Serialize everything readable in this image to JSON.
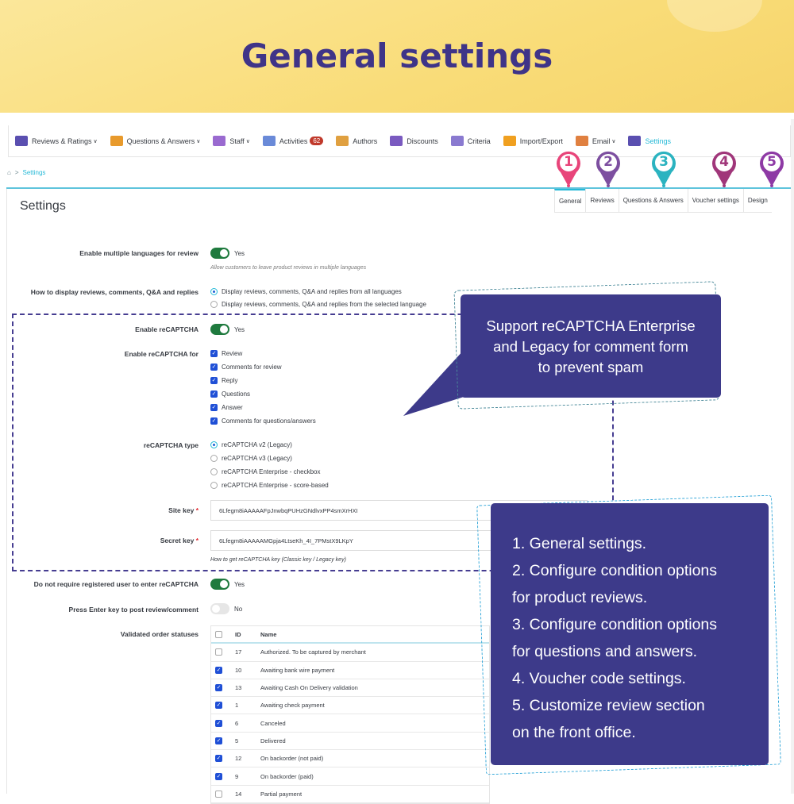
{
  "banner": {
    "title": "General settings"
  },
  "nav": [
    {
      "label": "Reviews & Ratings",
      "dropdown": true,
      "icon": "reviews-icon",
      "color": "#5a4fb0"
    },
    {
      "label": "Questions & Answers",
      "dropdown": true,
      "icon": "qa-icon",
      "color": "#e89a2c"
    },
    {
      "label": "Staff",
      "dropdown": true,
      "icon": "staff-icon",
      "color": "#9a6ad0"
    },
    {
      "label": "Activities",
      "badge": "62",
      "icon": "activities-icon",
      "color": "#6a8ad8"
    },
    {
      "label": "Authors",
      "icon": "authors-icon",
      "color": "#e0a040"
    },
    {
      "label": "Discounts",
      "icon": "discounts-icon",
      "color": "#7a5ac0"
    },
    {
      "label": "Criteria",
      "icon": "criteria-icon",
      "color": "#8a7ad0"
    },
    {
      "label": "Import/Export",
      "icon": "import-export-icon",
      "color": "#f0a020"
    },
    {
      "label": "Email",
      "dropdown": true,
      "icon": "email-icon",
      "color": "#e08040"
    },
    {
      "label": "Settings",
      "active": true,
      "icon": "settings-icon",
      "color": "#5a4fb0"
    }
  ],
  "breadcrumb": {
    "current": "Settings"
  },
  "tabs": [
    {
      "label": "General",
      "num": "1",
      "color": "#e8457a",
      "active": true
    },
    {
      "label": "Reviews",
      "num": "2",
      "color": "#7d4fa0"
    },
    {
      "label": "Questions & Answers",
      "num": "3",
      "color": "#2bb3c0"
    },
    {
      "label": "Voucher settings",
      "num": "4",
      "color": "#a0367a"
    },
    {
      "label": "Design",
      "num": "5",
      "color": "#8e3aa5"
    }
  ],
  "page_title": "Settings",
  "form": {
    "multi_lang": {
      "label": "Enable multiple languages for review",
      "value": "Yes",
      "hint": "Allow customers to leave product reviews in multiple languages"
    },
    "display": {
      "label": "How to display reviews, comments, Q&A and replies",
      "options": [
        "Display reviews, comments, Q&A and replies from all languages",
        "Display reviews, comments, Q&A and replies from the selected language"
      ],
      "selected": 0
    },
    "recaptcha": {
      "label": "Enable reCAPTCHA",
      "value": "Yes"
    },
    "recaptcha_for": {
      "label": "Enable reCAPTCHA for",
      "options": [
        "Review",
        "Comments for review",
        "Reply",
        "Questions",
        "Answer",
        "Comments for questions/answers"
      ]
    },
    "recaptcha_type": {
      "label": "reCAPTCHA type",
      "options": [
        "reCAPTCHA v2 (Legacy)",
        "reCAPTCHA v3 (Legacy)",
        "reCAPTCHA Enterprise - checkbox",
        "reCAPTCHA Enterprise - score-based"
      ],
      "selected": 0
    },
    "site_key": {
      "label": "Site key",
      "required": "*",
      "value": "6Lfegm8iAAAAAFpJnwbqPUHzGNdlvxPP4smXrHXI"
    },
    "secret_key": {
      "label": "Secret key",
      "required": "*",
      "value": "6Lfegm8iAAAAAMGpja4LtseKh_4I_7PMstX9LKpY"
    },
    "key_hint": "How to get reCAPTCHA key (Classic key / Legacy key)",
    "no_register": {
      "label": "Do not require registered user to enter reCAPTCHA",
      "value": "Yes"
    },
    "enter_key": {
      "label": "Press Enter key to post review/comment",
      "value": "No"
    },
    "statuses": {
      "label": "Validated order statuses",
      "headers": [
        "ID",
        "Name"
      ],
      "rows": [
        {
          "id": "17",
          "name": "Authorized. To be captured by merchant",
          "checked": false
        },
        {
          "id": "10",
          "name": "Awaiting bank wire payment",
          "checked": true
        },
        {
          "id": "13",
          "name": "Awaiting Cash On Delivery validation",
          "checked": true
        },
        {
          "id": "1",
          "name": "Awaiting check payment",
          "checked": true
        },
        {
          "id": "6",
          "name": "Canceled",
          "checked": true
        },
        {
          "id": "5",
          "name": "Delivered",
          "checked": true
        },
        {
          "id": "12",
          "name": "On backorder (not paid)",
          "checked": true
        },
        {
          "id": "9",
          "name": "On backorder (paid)",
          "checked": true
        },
        {
          "id": "14",
          "name": "Partial payment",
          "checked": false
        }
      ]
    }
  },
  "callouts": {
    "recaptcha": [
      "Support reCAPTCHA Enterprise",
      "and Legacy for comment form",
      "to prevent spam"
    ],
    "steps": [
      "1. General settings.",
      "2. Configure condition options",
      "for product reviews.",
      "3. Configure condition options",
      "for questions and answers.",
      "4. Voucher code settings.",
      "5. Customize review section",
      "on the front office."
    ]
  },
  "colors": {
    "accent": "#25b9d7",
    "callout": "#3d3a8a",
    "toggle_on": "#1f7a3e",
    "title": "#3f3488"
  }
}
